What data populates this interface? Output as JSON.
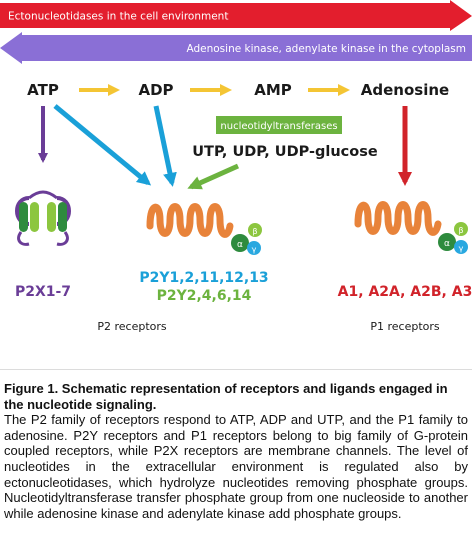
{
  "top_arrow": {
    "label": "Ectonucleotidases in the cell environment",
    "color": "#e31e2d"
  },
  "second_arrow": {
    "label": "Adenosine kinase, adenylate kinase in the cytoplasm",
    "color": "#8a6fd6"
  },
  "nucleotides": [
    "ATP",
    "ADP",
    "AMP",
    "Adenosine"
  ],
  "transferase_box": {
    "label": "nucleotidyltransferases",
    "color": "#6cb33f"
  },
  "ligands": "UTP, UDP, UDP-glucose",
  "receptor_labels": {
    "p2x": "P2X1-7",
    "p2y_line1": "P2Y1,2,11,12,13",
    "p2y_line2": "P2Y2,4,6,14",
    "p1": "A1, A2A, A2B, A3"
  },
  "greek": {
    "alpha": "α",
    "beta": "β",
    "gamma": "γ"
  },
  "group_labels": {
    "p2": "P2 receptors",
    "p1": "P1 receptors"
  },
  "colors": {
    "purple": "#6a3d97",
    "blue": "#1aa0d8",
    "green": "#6cb33f",
    "red": "#d1232a",
    "orange": "#e8833a",
    "yellow": "#f4c534",
    "alpha_green": "#2e8b3e",
    "beta_green": "#8cc63f",
    "gamma_blue": "#29a8e0"
  },
  "caption": {
    "title": "Figure 1. Schematic representation of receptors and ligands engaged in the nucleotide signaling.",
    "body": "The P2 family of receptors respond to ATP, ADP and UTP, and the P1 family to adenosine. P2Y receptors and P1 receptors belong to big family of G-protein coupled receptors, while P2X receptors are membrane channels. The level of nucleotides in the extracellular environment is regulated also by ectonucleotidases, which hydrolyze nucleotides removing phosphate groups. Nucleotidyltransferase transfer phosphate group from one nucleoside to another while adenosine kinase and adenylate kinase add phosphate groups."
  }
}
